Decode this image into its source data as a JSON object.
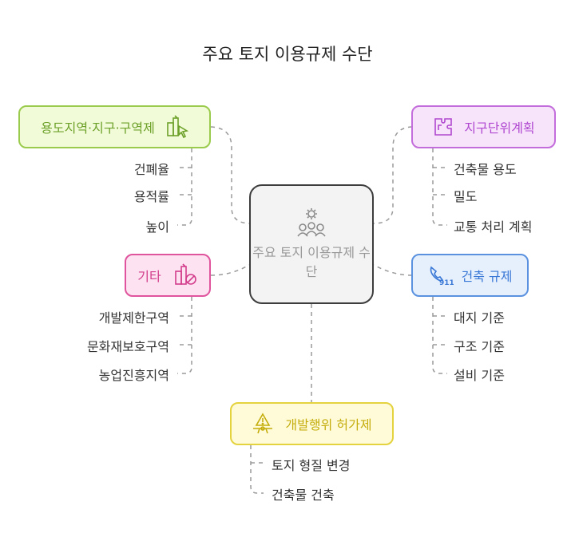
{
  "title": "주요 토지 이용규제 수단",
  "center": {
    "label": "주요 토지 이용규제 수단",
    "icon": "gear-people-icon"
  },
  "branches": {
    "zoning": {
      "label": "용도지역·지구·구역제",
      "icon": "buildings-cursor-icon",
      "color": "#9bcb4c",
      "items": [
        "건폐율",
        "용적률",
        "높이"
      ]
    },
    "district_plan": {
      "label": "지구단위계획",
      "icon": "puzzle-icon",
      "color": "#c36cdb",
      "items": [
        "건축물 용도",
        "밀도",
        "교통 처리 계획"
      ]
    },
    "other": {
      "label": "기타",
      "icon": "building-prohibited-icon",
      "color": "#e0549e",
      "items": [
        "개발제한구역",
        "문화재보호구역",
        "농업진흥지역"
      ]
    },
    "building_reg": {
      "label": "건축 규제",
      "icon": "phone-911-icon",
      "color": "#5a92e0",
      "items": [
        "대지 기준",
        "구조 기준",
        "설비 기준"
      ]
    },
    "dev_permit": {
      "label": "개발행위 허가제",
      "icon": "warning-sign-icon",
      "color": "#e4d23e",
      "items": [
        "토지 형질 변경",
        "건축물 건축"
      ]
    }
  }
}
